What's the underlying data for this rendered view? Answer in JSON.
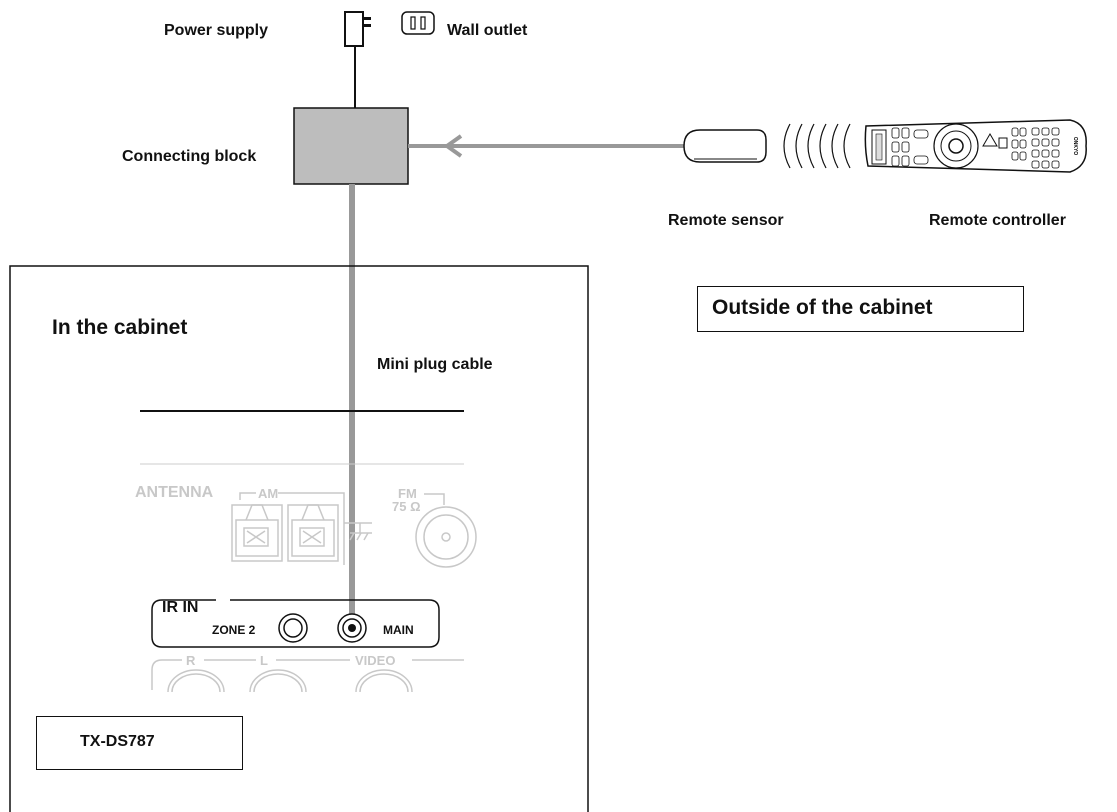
{
  "labels": {
    "power_supply": "Power supply",
    "wall_outlet": "Wall outlet",
    "connecting_block": "Connecting block",
    "remote_sensor": "Remote sensor",
    "remote_controller": "Remote controller",
    "outside_cabinet": "Outside of the cabinet",
    "in_cabinet": "In the cabinet",
    "mini_plug_cable": "Mini plug cable",
    "model": "TX-DS787"
  },
  "panel": {
    "antenna": "ANTENNA",
    "am": "AM",
    "fm": "FM",
    "fm_impedance": "75 Ω",
    "ir_in": "IR IN",
    "zone2": "ZONE 2",
    "main": "MAIN",
    "r": "R",
    "l": "L",
    "video": "VIDEO"
  },
  "remote": {
    "brand": "ONKYO"
  },
  "colors": {
    "line": "#111111",
    "cable_gray": "#999999",
    "block_fill": "#bdbdbd",
    "faded": "#c8c8c8"
  }
}
